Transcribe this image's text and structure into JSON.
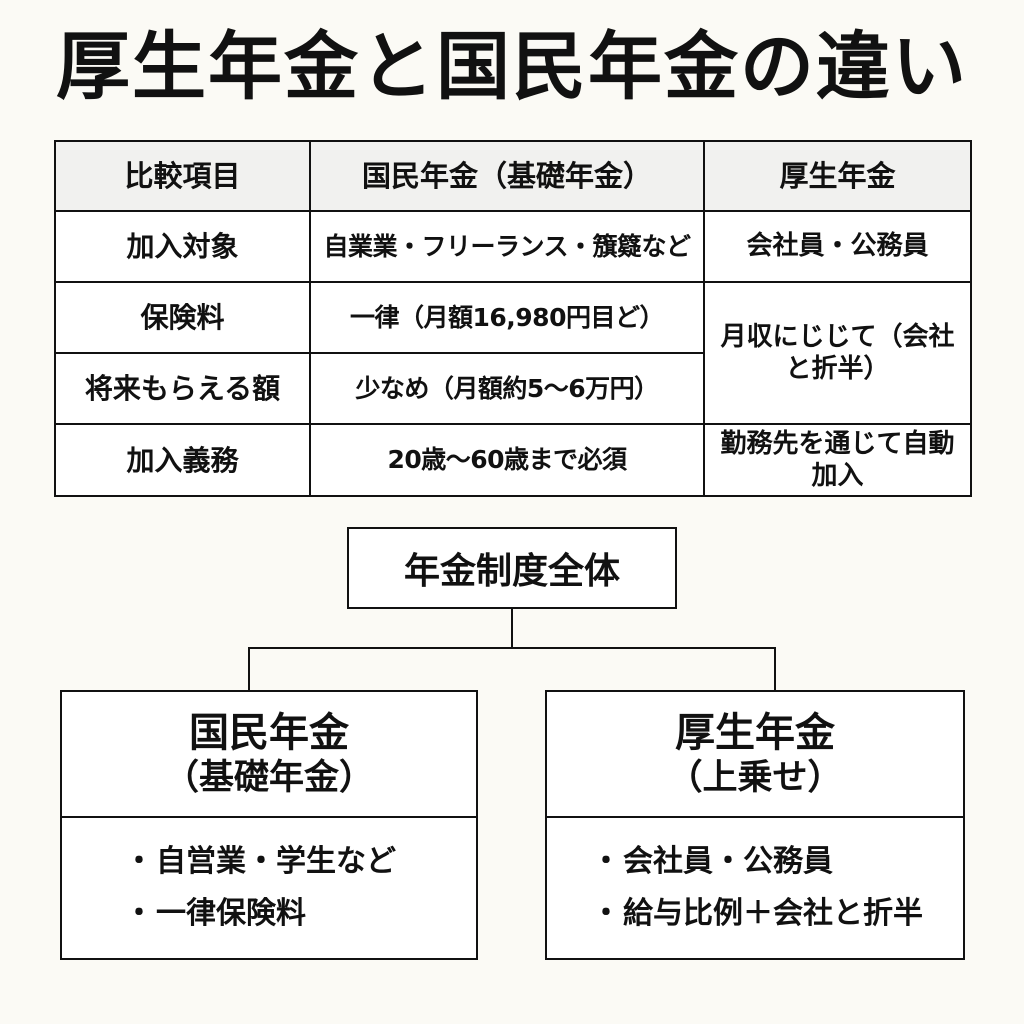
{
  "title": "厚生年金と国民年金の違い",
  "table": {
    "headers": [
      "比較項目",
      "国民年金（基礎年金）",
      "厚生年金"
    ],
    "rows": [
      {
        "item": "加入対象",
        "kokumin": "自業業・フリーランス・籏籎など",
        "kosei": "会社員・公務員"
      },
      {
        "item": "保険料",
        "kokumin": "一律（月額16,980円目ど）",
        "kosei": "月収にじじて（会社と折半）"
      },
      {
        "item": "将来もらえる額",
        "kokumin": "少なめ（月額約5～6万円）",
        "kosei": ""
      },
      {
        "item": "加入義務",
        "kokumin": "20歳～60歳まで必須",
        "kosei": "勤務先を通じて自動加入"
      }
    ]
  },
  "diagram": {
    "root": "年金制度全体",
    "left": {
      "title": "国民年金",
      "subtitle": "（基礎年金）",
      "bullets": [
        "自営業・学生など",
        "一律保険料"
      ]
    },
    "right": {
      "title": "厚生年金",
      "subtitle": "（上乗せ）",
      "bullets": [
        "会社員・公務員",
        "給与比例＋会社と折半"
      ]
    }
  },
  "bullet_glyph": "・"
}
